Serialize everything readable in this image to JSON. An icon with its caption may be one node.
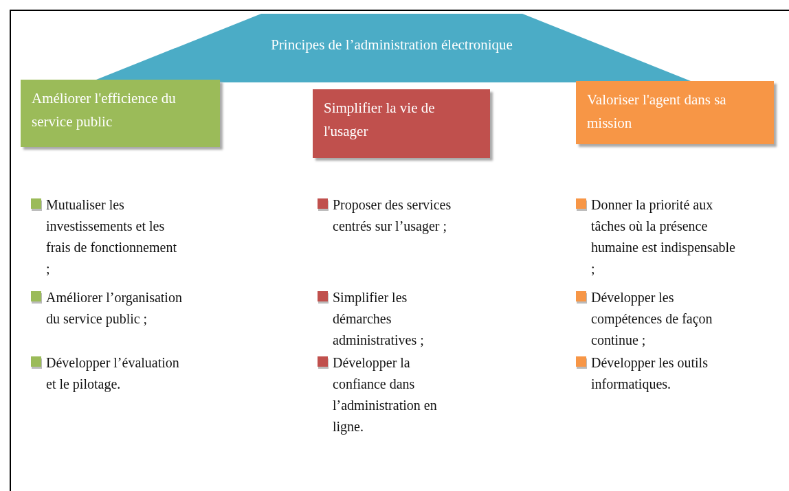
{
  "diagram": {
    "nodes": [
      {
        "text": [
          "Principes de l’administration électronique"
        ]
      },
      {
        "text": [
          "Améliorer l'efficience du service public"
        ]
      },
      {
        "text": [
          "Simplifier la vie de l'usager"
        ]
      },
      {
        "text": [
          "Valoriser l'agent dans sa mission"
        ]
      }
    ],
    "labels": [
      "Mutualiser les investissements et les frais de fonctionnement ;",
      "Améliorer l’organisation du service public ;",
      "Développer l’évaluation et le pilotage.",
      "Proposer des services centrés sur l’usager ;",
      "Simplifier les démarches administratives ;",
      "Développer la confiance dans l’administration en ligne.",
      "Donner la priorité aux tâches où la présence humaine est indispensable ;",
      "Développer les compétences de façon continue ;",
      "Développer les outils informatiques."
    ]
  }
}
